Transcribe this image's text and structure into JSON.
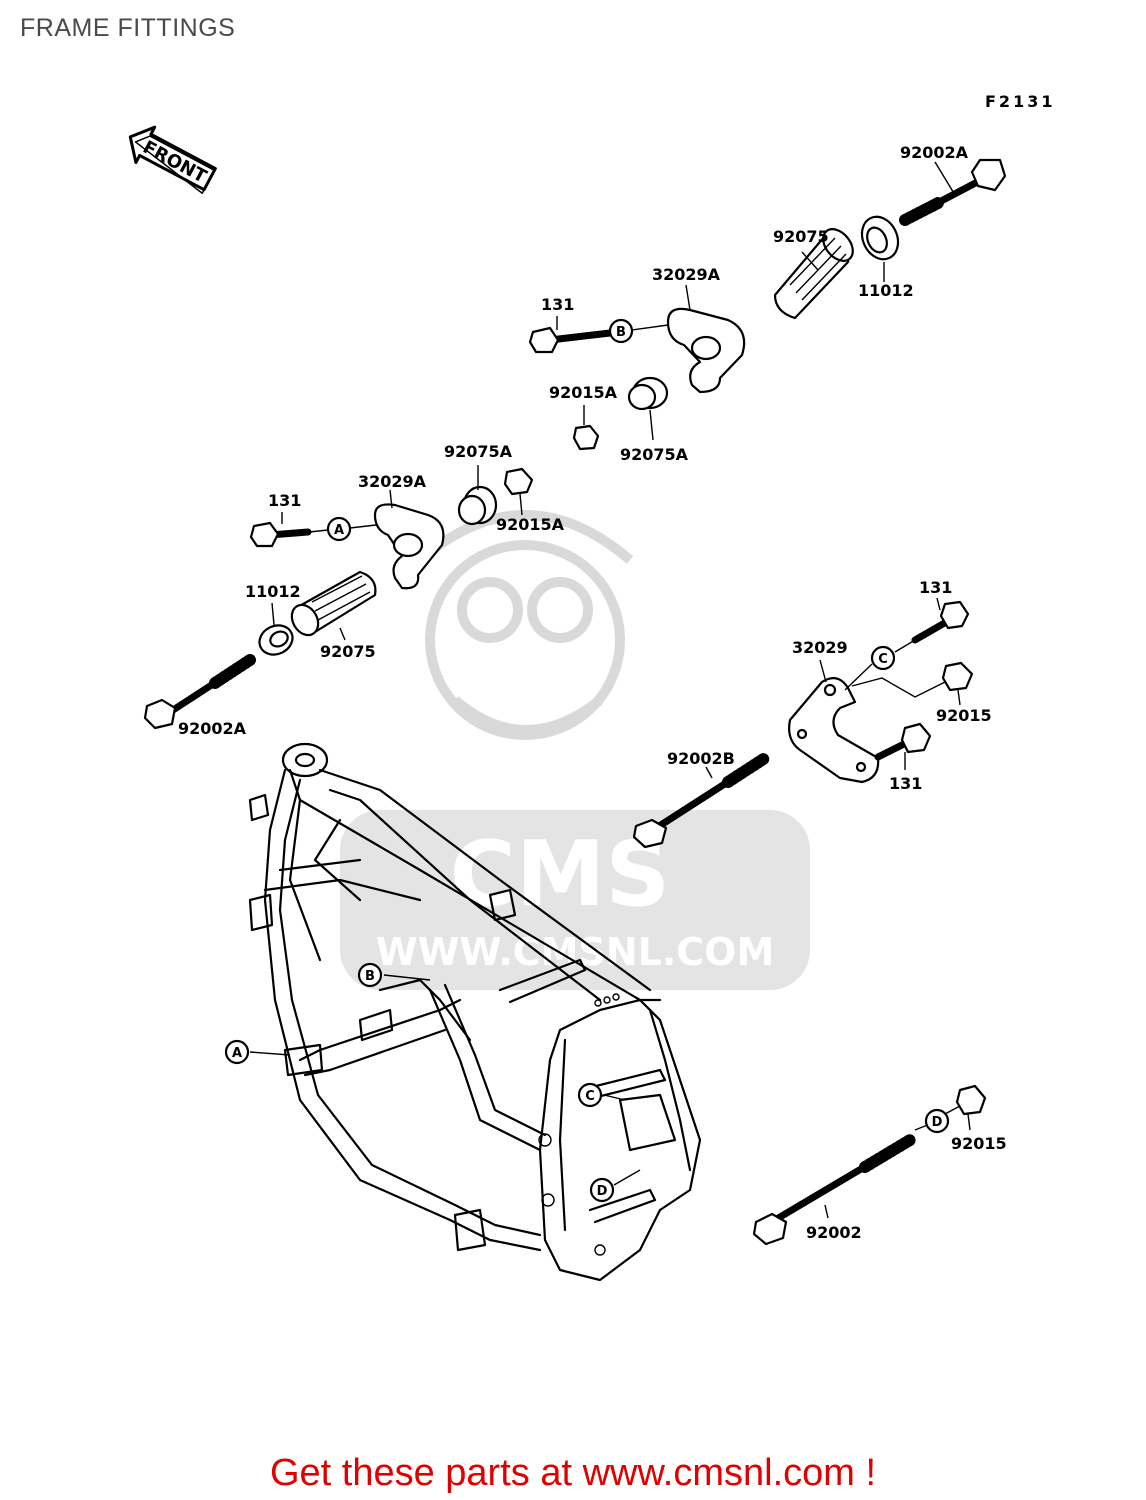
{
  "title": "FRAME FITTINGS",
  "figure_code": "F2131",
  "front_arrow_text": "FRONT",
  "parts": {
    "p92002A_top": "92002A",
    "p92075_top": "92075",
    "p11012_top": "11012",
    "p32029A_top": "32029A",
    "p131_top": "131",
    "p92015A_mid": "92015A",
    "p92075A_mid": "92075A",
    "p92075A_left": "92075A",
    "p32029A_left": "32029A",
    "p131_left": "131",
    "p92015A_left": "92015A",
    "p11012_left": "11012",
    "p92075_left": "92075",
    "p92002A_left": "92002A",
    "p131_right_top": "131",
    "p32029_right": "32029",
    "p92015_right": "92015",
    "p92002B": "92002B",
    "p131_right_bottom": "131",
    "p92015_bottom": "92015",
    "p92002_bottom": "92002"
  },
  "refs": {
    "A": "A",
    "B": "B",
    "C": "C",
    "D": "D"
  },
  "watermark": {
    "brand": "CMS",
    "url": "WWW.CMSNL.COM"
  },
  "footer": "Get these parts at www.cmsnl.com !"
}
